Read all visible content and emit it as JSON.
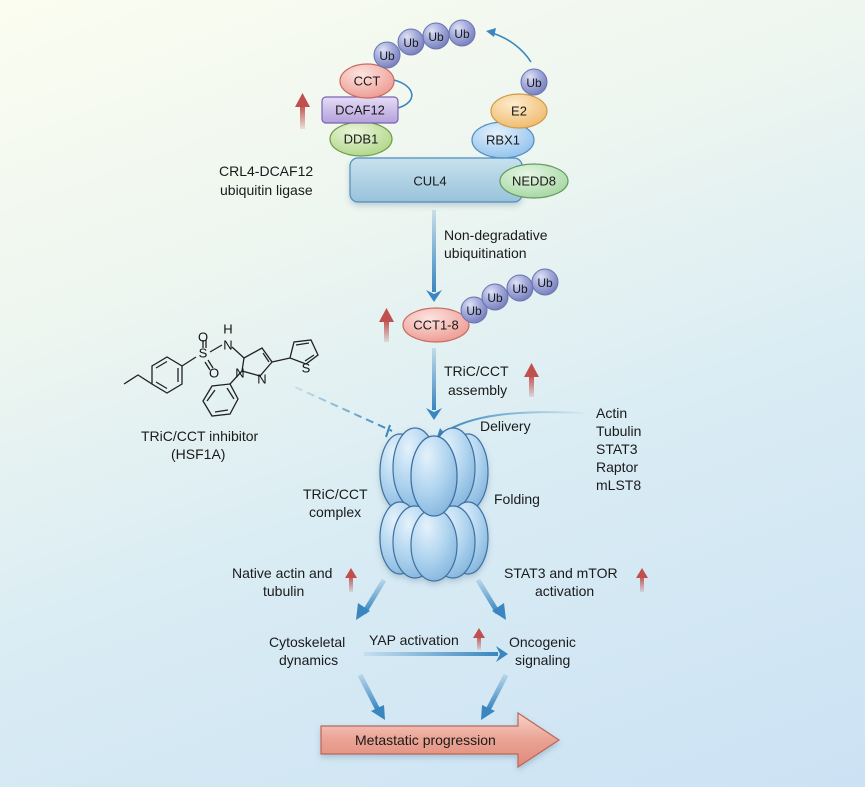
{
  "ligase": {
    "label_line1": "CRL4-DCAF12",
    "label_line2": "ubiquitin ligase",
    "cct": "CCT",
    "dcaf12": "DCAF12",
    "ddb1": "DDB1",
    "cul4": "CUL4",
    "nedd8": "NEDD8",
    "rbx1": "RBX1",
    "e2": "E2",
    "ub": "Ub"
  },
  "step1": {
    "line1": "Non-degradative",
    "line2": "ubiquitination"
  },
  "cct_subunits": "CCT1-8",
  "step2": {
    "line1": "TRiC/CCT",
    "line2": "assembly"
  },
  "inhibitor": {
    "line1": "TRiC/CCT inhibitor",
    "line2": "(HSF1A)",
    "atoms": {
      "O": "O",
      "S": "S",
      "N": "N",
      "H": "H"
    }
  },
  "substrates": {
    "delivery": "Delivery",
    "items": [
      "Actin",
      "Tubulin",
      "STAT3",
      "Raptor",
      "mLST8"
    ]
  },
  "complex": {
    "line1": "TRiC/CCT",
    "line2": "complex",
    "folding": "Folding"
  },
  "outcomes": {
    "left_line1": "Native actin and",
    "left_line2": "tubulin",
    "right_line1": "STAT3 and mTOR",
    "right_line2": "activation",
    "cyto_line1": "Cytoskeletal",
    "cyto_line2": "dynamics",
    "onco_line1": "Oncogenic",
    "onco_line2": "signaling",
    "yap": "YAP activation",
    "final": "Metastatic progression"
  },
  "colors": {
    "flow_arrow": "#3a86c0",
    "up_arrow": "#c0504d",
    "ub_fill": "#9aa3d6",
    "cct_fill": "#f4b6b0",
    "dcaf12_fill": "#c6b6e6",
    "ddb1_fill": "#c6e2a6",
    "nedd8_fill": "#c4e6c0",
    "cul4_fill": "#a9cde0",
    "rbx1_fill": "#b6d8f4",
    "e2_fill": "#f6d29a",
    "complex_fill": "#aad0ec",
    "final_arrow_fill": "#eaa293"
  }
}
